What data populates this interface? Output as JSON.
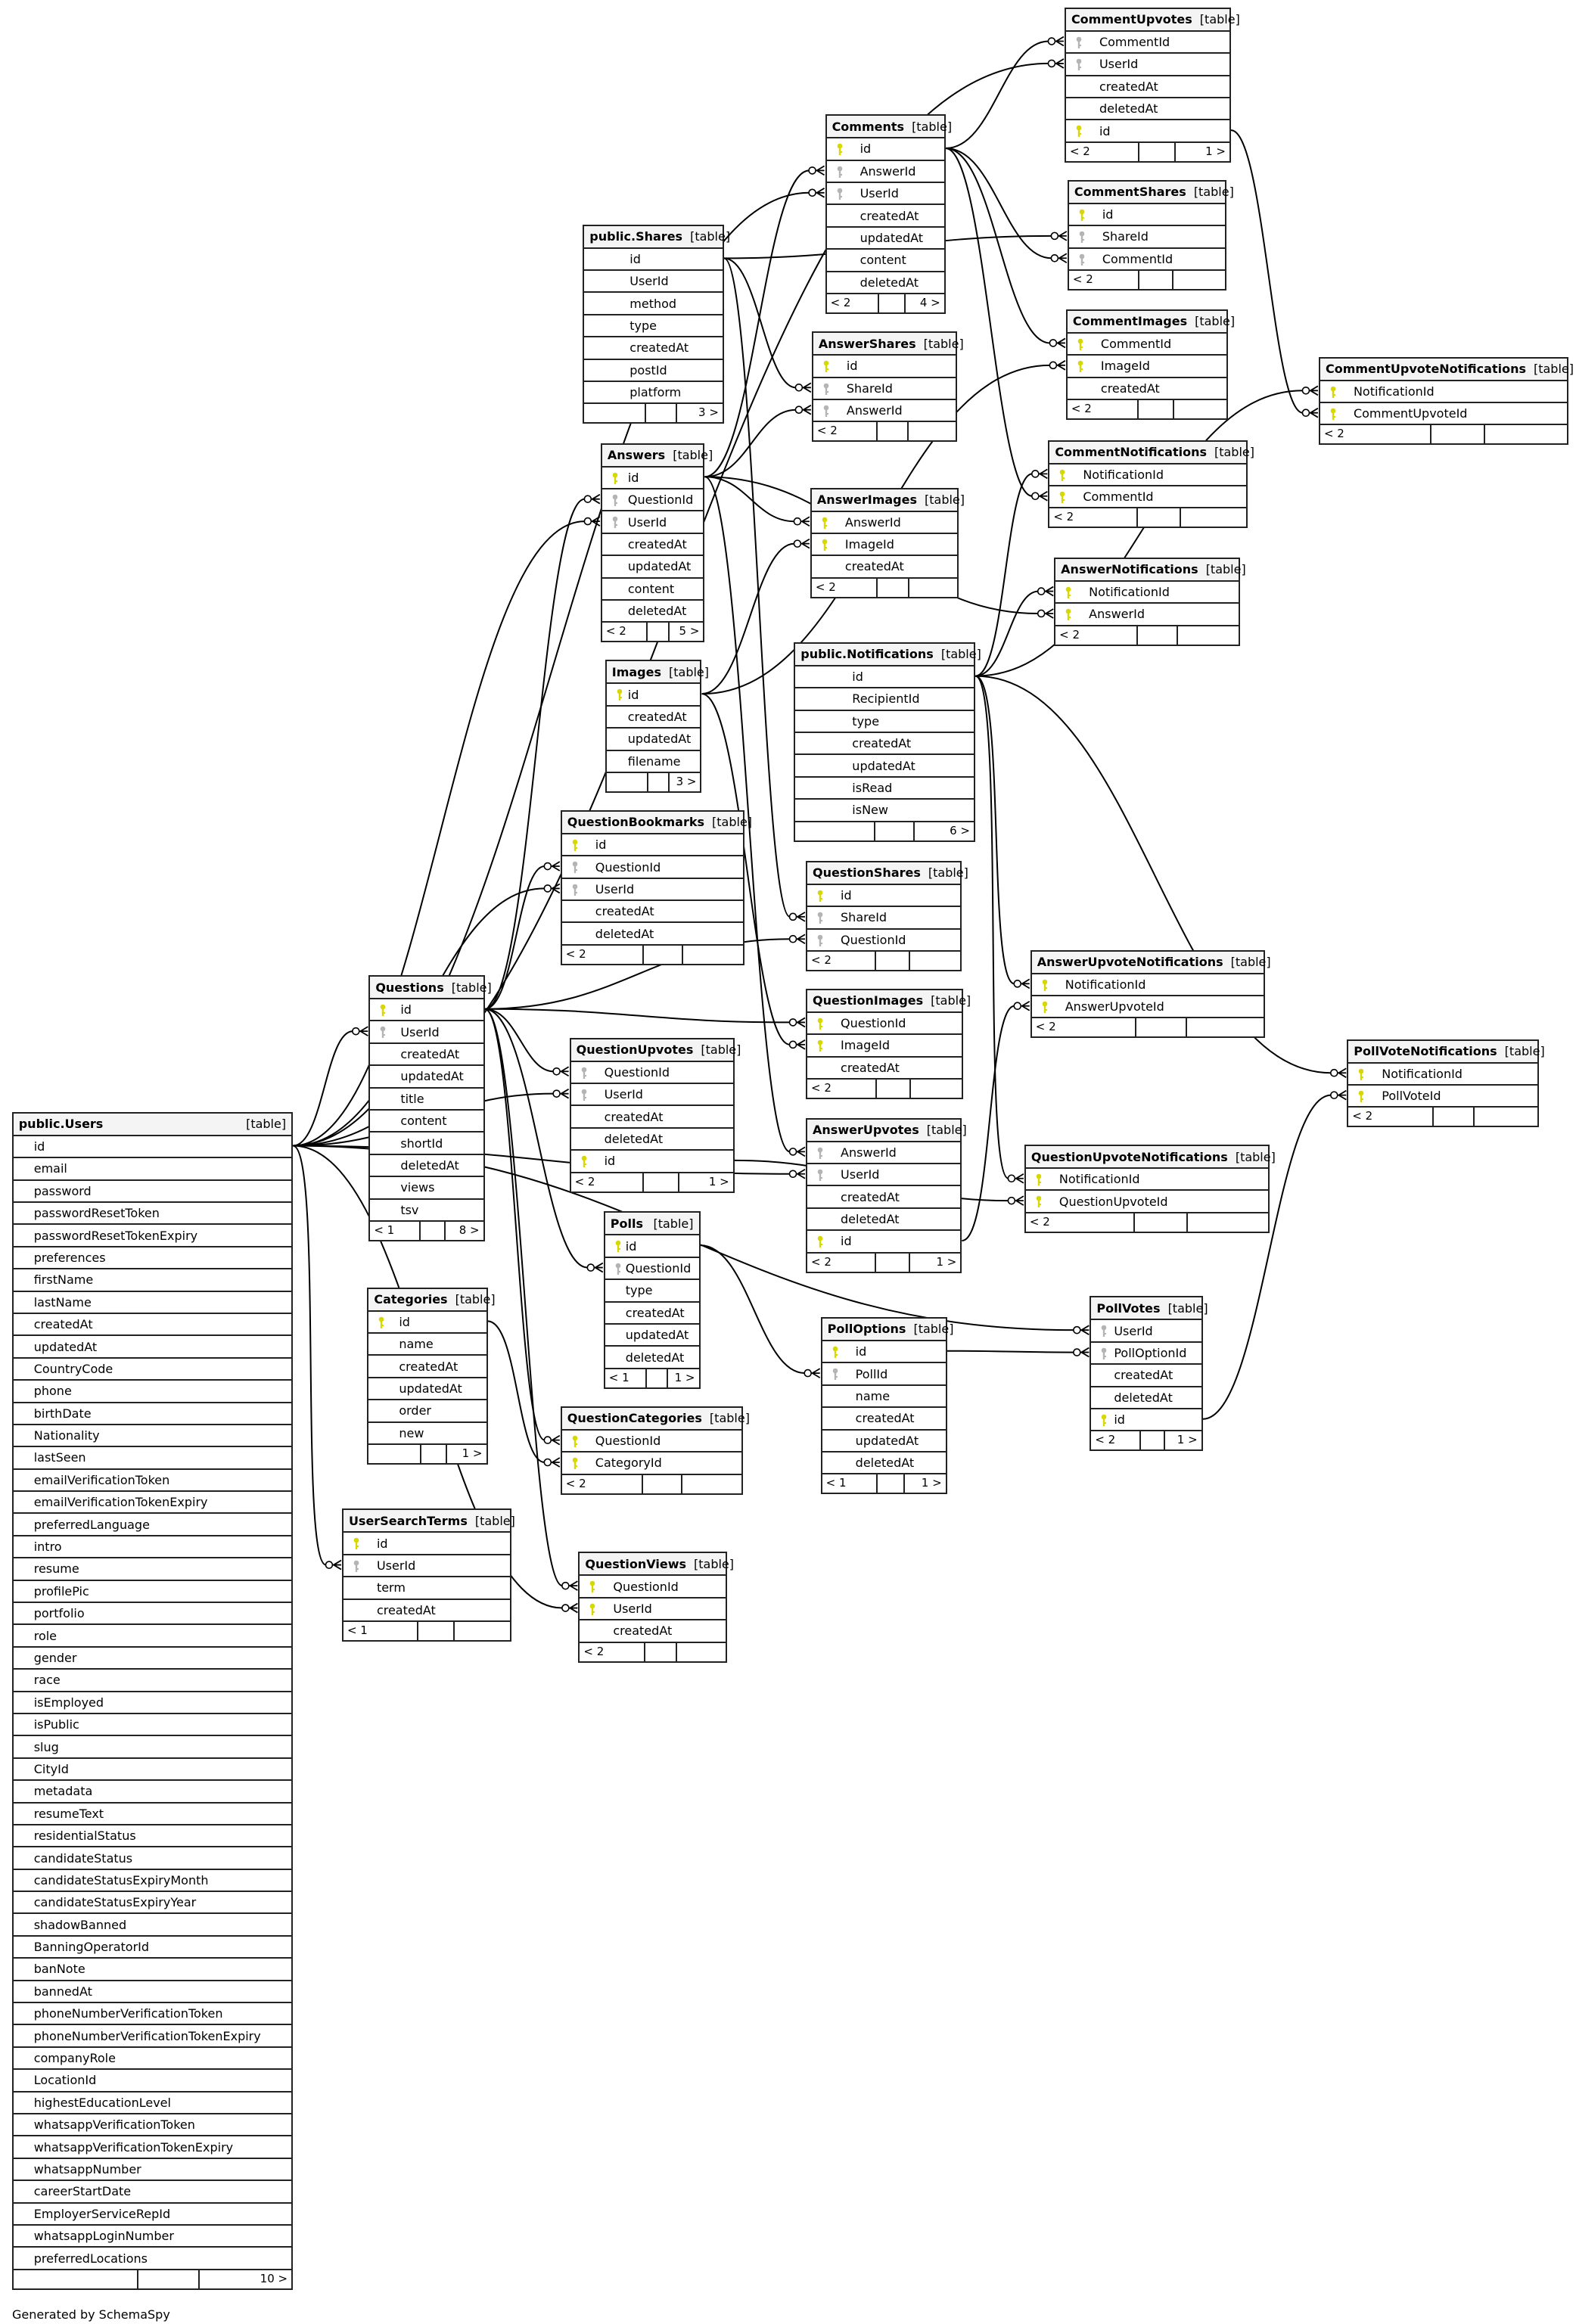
{
  "diagram": {
    "generated_by": "Generated by SchemaSpy",
    "colors": {
      "primary_key": "#d8d800",
      "foreign_key": "#b4b4b4",
      "header_bg": "#f4f4f4",
      "border": "#222222"
    },
    "tables": [
      {
        "name": "CommentUpvotes",
        "type": "[table]",
        "columns": [
          {
            "name": "CommentId",
            "key": "fk"
          },
          {
            "name": "UserId",
            "key": "fk"
          },
          {
            "name": "createdAt",
            "key": ""
          },
          {
            "name": "deletedAt",
            "key": ""
          },
          {
            "name": "id",
            "key": "pk"
          }
        ],
        "footer": [
          "< 2",
          "",
          "1 >"
        ]
      },
      {
        "name": "Comments",
        "type": "[table]",
        "columns": [
          {
            "name": "id",
            "key": "pk"
          },
          {
            "name": "AnswerId",
            "key": "fk"
          },
          {
            "name": "UserId",
            "key": "fk"
          },
          {
            "name": "createdAt",
            "key": ""
          },
          {
            "name": "updatedAt",
            "key": ""
          },
          {
            "name": "content",
            "key": ""
          },
          {
            "name": "deletedAt",
            "key": ""
          }
        ],
        "footer": [
          "< 2",
          "",
          "4 >"
        ]
      },
      {
        "name": "CommentShares",
        "type": "[table]",
        "columns": [
          {
            "name": "id",
            "key": "pk"
          },
          {
            "name": "ShareId",
            "key": "fk"
          },
          {
            "name": "CommentId",
            "key": "fk"
          }
        ],
        "footer": [
          "< 2",
          "",
          ""
        ]
      },
      {
        "name": "public.Shares",
        "type": "[table]",
        "columns": [
          {
            "name": "id",
            "key": ""
          },
          {
            "name": "UserId",
            "key": ""
          },
          {
            "name": "method",
            "key": ""
          },
          {
            "name": "type",
            "key": ""
          },
          {
            "name": "createdAt",
            "key": ""
          },
          {
            "name": "postId",
            "key": ""
          },
          {
            "name": "platform",
            "key": ""
          }
        ],
        "footer": [
          "",
          "",
          "3 >"
        ]
      },
      {
        "name": "CommentImages",
        "type": "[table]",
        "columns": [
          {
            "name": "CommentId",
            "key": "pk"
          },
          {
            "name": "ImageId",
            "key": "pk"
          },
          {
            "name": "createdAt",
            "key": ""
          }
        ],
        "footer": [
          "< 2",
          "",
          ""
        ]
      },
      {
        "name": "CommentUpvoteNotifications",
        "type": "[table]",
        "columns": [
          {
            "name": "NotificationId",
            "key": "pk"
          },
          {
            "name": "CommentUpvoteId",
            "key": "pk"
          }
        ],
        "footer": [
          "< 2",
          "",
          ""
        ]
      },
      {
        "name": "AnswerShares",
        "type": "[table]",
        "columns": [
          {
            "name": "id",
            "key": "pk"
          },
          {
            "name": "ShareId",
            "key": "fk"
          },
          {
            "name": "AnswerId",
            "key": "fk"
          }
        ],
        "footer": [
          "< 2",
          "",
          ""
        ]
      },
      {
        "name": "CommentNotifications",
        "type": "[table]",
        "columns": [
          {
            "name": "NotificationId",
            "key": "pk"
          },
          {
            "name": "CommentId",
            "key": "pk"
          }
        ],
        "footer": [
          "< 2",
          "",
          ""
        ]
      },
      {
        "name": "Answers",
        "type": "[table]",
        "columns": [
          {
            "name": "id",
            "key": "pk"
          },
          {
            "name": "QuestionId",
            "key": "fk"
          },
          {
            "name": "UserId",
            "key": "fk"
          },
          {
            "name": "createdAt",
            "key": ""
          },
          {
            "name": "updatedAt",
            "key": ""
          },
          {
            "name": "content",
            "key": ""
          },
          {
            "name": "deletedAt",
            "key": ""
          }
        ],
        "footer": [
          "< 2",
          "",
          "5 >"
        ]
      },
      {
        "name": "AnswerImages",
        "type": "[table]",
        "columns": [
          {
            "name": "AnswerId",
            "key": "pk"
          },
          {
            "name": "ImageId",
            "key": "pk"
          },
          {
            "name": "createdAt",
            "key": ""
          }
        ],
        "footer": [
          "< 2",
          "",
          ""
        ]
      },
      {
        "name": "AnswerNotifications",
        "type": "[table]",
        "columns": [
          {
            "name": "NotificationId",
            "key": "pk"
          },
          {
            "name": "AnswerId",
            "key": "pk"
          }
        ],
        "footer": [
          "< 2",
          "",
          ""
        ]
      },
      {
        "name": "public.Notifications",
        "type": "[table]",
        "columns": [
          {
            "name": "id",
            "key": ""
          },
          {
            "name": "RecipientId",
            "key": ""
          },
          {
            "name": "type",
            "key": ""
          },
          {
            "name": "createdAt",
            "key": ""
          },
          {
            "name": "updatedAt",
            "key": ""
          },
          {
            "name": "isRead",
            "key": ""
          },
          {
            "name": "isNew",
            "key": ""
          }
        ],
        "footer": [
          "",
          "",
          "6 >"
        ]
      },
      {
        "name": "Images",
        "type": "[table]",
        "columns": [
          {
            "name": "id",
            "key": "pk"
          },
          {
            "name": "createdAt",
            "key": ""
          },
          {
            "name": "updatedAt",
            "key": ""
          },
          {
            "name": "filename",
            "key": ""
          }
        ],
        "footer": [
          "",
          "",
          "3 >"
        ]
      },
      {
        "name": "QuestionBookmarks",
        "type": "[table]",
        "columns": [
          {
            "name": "id",
            "key": "pk"
          },
          {
            "name": "QuestionId",
            "key": "fk"
          },
          {
            "name": "UserId",
            "key": "fk"
          },
          {
            "name": "createdAt",
            "key": ""
          },
          {
            "name": "deletedAt",
            "key": ""
          }
        ],
        "footer": [
          "< 2",
          "",
          ""
        ]
      },
      {
        "name": "QuestionShares",
        "type": "[table]",
        "columns": [
          {
            "name": "id",
            "key": "pk"
          },
          {
            "name": "ShareId",
            "key": "fk"
          },
          {
            "name": "QuestionId",
            "key": "fk"
          }
        ],
        "footer": [
          "< 2",
          "",
          ""
        ]
      },
      {
        "name": "AnswerUpvoteNotifications",
        "type": "[table]",
        "columns": [
          {
            "name": "NotificationId",
            "key": "pk"
          },
          {
            "name": "AnswerUpvoteId",
            "key": "pk"
          }
        ],
        "footer": [
          "< 2",
          "",
          ""
        ]
      },
      {
        "name": "Questions",
        "type": "[table]",
        "columns": [
          {
            "name": "id",
            "key": "pk"
          },
          {
            "name": "UserId",
            "key": "fk"
          },
          {
            "name": "createdAt",
            "key": ""
          },
          {
            "name": "updatedAt",
            "key": ""
          },
          {
            "name": "title",
            "key": ""
          },
          {
            "name": "content",
            "key": ""
          },
          {
            "name": "shortId",
            "key": ""
          },
          {
            "name": "deletedAt",
            "key": ""
          },
          {
            "name": "views",
            "key": ""
          },
          {
            "name": "tsv",
            "key": ""
          }
        ],
        "footer": [
          "< 1",
          "",
          "8 >"
        ]
      },
      {
        "name": "QuestionImages",
        "type": "[table]",
        "columns": [
          {
            "name": "QuestionId",
            "key": "pk"
          },
          {
            "name": "ImageId",
            "key": "pk"
          },
          {
            "name": "createdAt",
            "key": ""
          }
        ],
        "footer": [
          "< 2",
          "",
          ""
        ]
      },
      {
        "name": "PollVoteNotifications",
        "type": "[table]",
        "columns": [
          {
            "name": "NotificationId",
            "key": "pk"
          },
          {
            "name": "PollVoteId",
            "key": "pk"
          }
        ],
        "footer": [
          "< 2",
          "",
          ""
        ]
      },
      {
        "name": "QuestionUpvotes",
        "type": "[table]",
        "columns": [
          {
            "name": "QuestionId",
            "key": "fk"
          },
          {
            "name": "UserId",
            "key": "fk"
          },
          {
            "name": "createdAt",
            "key": ""
          },
          {
            "name": "deletedAt",
            "key": ""
          },
          {
            "name": "id",
            "key": "pk"
          }
        ],
        "footer": [
          "< 2",
          "",
          "1 >"
        ]
      },
      {
        "name": "public.Users",
        "type": "[table]",
        "columns": [
          {
            "name": "id",
            "key": ""
          },
          {
            "name": "email",
            "key": ""
          },
          {
            "name": "password",
            "key": ""
          },
          {
            "name": "passwordResetToken",
            "key": ""
          },
          {
            "name": "passwordResetTokenExpiry",
            "key": ""
          },
          {
            "name": "preferences",
            "key": ""
          },
          {
            "name": "firstName",
            "key": ""
          },
          {
            "name": "lastName",
            "key": ""
          },
          {
            "name": "createdAt",
            "key": ""
          },
          {
            "name": "updatedAt",
            "key": ""
          },
          {
            "name": "CountryCode",
            "key": ""
          },
          {
            "name": "phone",
            "key": ""
          },
          {
            "name": "birthDate",
            "key": ""
          },
          {
            "name": "Nationality",
            "key": ""
          },
          {
            "name": "lastSeen",
            "key": ""
          },
          {
            "name": "emailVerificationToken",
            "key": ""
          },
          {
            "name": "emailVerificationTokenExpiry",
            "key": ""
          },
          {
            "name": "preferredLanguage",
            "key": ""
          },
          {
            "name": "intro",
            "key": ""
          },
          {
            "name": "resume",
            "key": ""
          },
          {
            "name": "profilePic",
            "key": ""
          },
          {
            "name": "portfolio",
            "key": ""
          },
          {
            "name": "role",
            "key": ""
          },
          {
            "name": "gender",
            "key": ""
          },
          {
            "name": "race",
            "key": ""
          },
          {
            "name": "isEmployed",
            "key": ""
          },
          {
            "name": "isPublic",
            "key": ""
          },
          {
            "name": "slug",
            "key": ""
          },
          {
            "name": "CityId",
            "key": ""
          },
          {
            "name": "metadata",
            "key": ""
          },
          {
            "name": "resumeText",
            "key": ""
          },
          {
            "name": "residentialStatus",
            "key": ""
          },
          {
            "name": "candidateStatus",
            "key": ""
          },
          {
            "name": "candidateStatusExpiryMonth",
            "key": ""
          },
          {
            "name": "candidateStatusExpiryYear",
            "key": ""
          },
          {
            "name": "shadowBanned",
            "key": ""
          },
          {
            "name": "BanningOperatorId",
            "key": ""
          },
          {
            "name": "banNote",
            "key": ""
          },
          {
            "name": "bannedAt",
            "key": ""
          },
          {
            "name": "phoneNumberVerificationToken",
            "key": ""
          },
          {
            "name": "phoneNumberVerificationTokenExpiry",
            "key": ""
          },
          {
            "name": "companyRole",
            "key": ""
          },
          {
            "name": "LocationId",
            "key": ""
          },
          {
            "name": "highestEducationLevel",
            "key": ""
          },
          {
            "name": "whatsappVerificationToken",
            "key": ""
          },
          {
            "name": "whatsappVerificationTokenExpiry",
            "key": ""
          },
          {
            "name": "whatsappNumber",
            "key": ""
          },
          {
            "name": "careerStartDate",
            "key": ""
          },
          {
            "name": "EmployerServiceRepId",
            "key": ""
          },
          {
            "name": "whatsappLoginNumber",
            "key": ""
          },
          {
            "name": "preferredLocations",
            "key": ""
          }
        ],
        "footer": [
          "",
          "",
          "10 >"
        ]
      },
      {
        "name": "AnswerUpvotes",
        "type": "[table]",
        "columns": [
          {
            "name": "AnswerId",
            "key": "fk"
          },
          {
            "name": "UserId",
            "key": "fk"
          },
          {
            "name": "createdAt",
            "key": ""
          },
          {
            "name": "deletedAt",
            "key": ""
          },
          {
            "name": "id",
            "key": "pk"
          }
        ],
        "footer": [
          "< 2",
          "",
          "1 >"
        ]
      },
      {
        "name": "QuestionUpvoteNotifications",
        "type": "[table]",
        "columns": [
          {
            "name": "NotificationId",
            "key": "pk"
          },
          {
            "name": "QuestionUpvoteId",
            "key": "pk"
          }
        ],
        "footer": [
          "< 2",
          "",
          ""
        ]
      },
      {
        "name": "Polls",
        "type": "[table]",
        "columns": [
          {
            "name": "id",
            "key": "pk"
          },
          {
            "name": "QuestionId",
            "key": "fk"
          },
          {
            "name": "type",
            "key": ""
          },
          {
            "name": "createdAt",
            "key": ""
          },
          {
            "name": "updatedAt",
            "key": ""
          },
          {
            "name": "deletedAt",
            "key": ""
          }
        ],
        "footer": [
          "< 1",
          "",
          "1 >"
        ]
      },
      {
        "name": "Categories",
        "type": "[table]",
        "columns": [
          {
            "name": "id",
            "key": "pk"
          },
          {
            "name": "name",
            "key": ""
          },
          {
            "name": "createdAt",
            "key": ""
          },
          {
            "name": "updatedAt",
            "key": ""
          },
          {
            "name": "order",
            "key": ""
          },
          {
            "name": "new",
            "key": ""
          }
        ],
        "footer": [
          "",
          "",
          "1 >"
        ]
      },
      {
        "name": "PollVotes",
        "type": "[table]",
        "columns": [
          {
            "name": "UserId",
            "key": "fk"
          },
          {
            "name": "PollOptionId",
            "key": "fk"
          },
          {
            "name": "createdAt",
            "key": ""
          },
          {
            "name": "deletedAt",
            "key": ""
          },
          {
            "name": "id",
            "key": "pk"
          }
        ],
        "footer": [
          "< 2",
          "",
          "1 >"
        ]
      },
      {
        "name": "PollOptions",
        "type": "[table]",
        "columns": [
          {
            "name": "id",
            "key": "pk"
          },
          {
            "name": "PollId",
            "key": "fk"
          },
          {
            "name": "name",
            "key": ""
          },
          {
            "name": "createdAt",
            "key": ""
          },
          {
            "name": "updatedAt",
            "key": ""
          },
          {
            "name": "deletedAt",
            "key": ""
          }
        ],
        "footer": [
          "< 1",
          "",
          "1 >"
        ]
      },
      {
        "name": "QuestionCategories",
        "type": "[table]",
        "columns": [
          {
            "name": "QuestionId",
            "key": "pk"
          },
          {
            "name": "CategoryId",
            "key": "pk"
          }
        ],
        "footer": [
          "< 2",
          "",
          ""
        ]
      },
      {
        "name": "UserSearchTerms",
        "type": "[table]",
        "columns": [
          {
            "name": "id",
            "key": "pk"
          },
          {
            "name": "UserId",
            "key": "fk"
          },
          {
            "name": "term",
            "key": ""
          },
          {
            "name": "createdAt",
            "key": ""
          }
        ],
        "footer": [
          "< 1",
          "",
          ""
        ]
      },
      {
        "name": "QuestionViews",
        "type": "[table]",
        "columns": [
          {
            "name": "QuestionId",
            "key": "pk"
          },
          {
            "name": "UserId",
            "key": "pk"
          },
          {
            "name": "createdAt",
            "key": ""
          }
        ],
        "footer": [
          "< 2",
          "",
          ""
        ]
      }
    ]
  }
}
